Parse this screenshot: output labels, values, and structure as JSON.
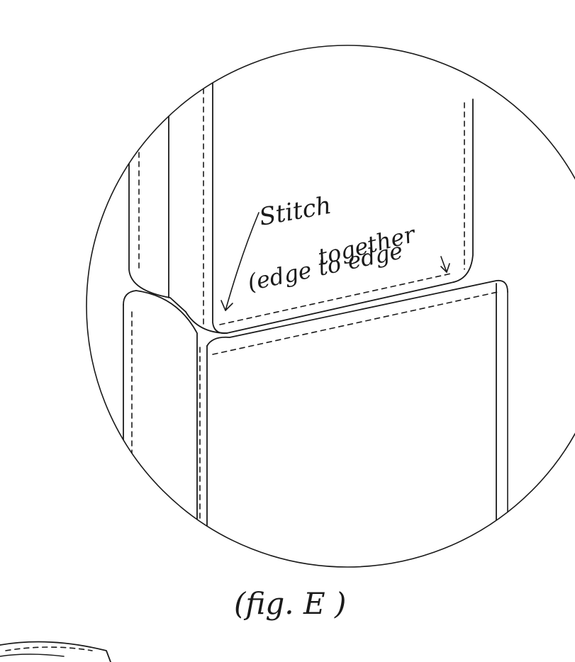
{
  "annotation": {
    "line1": "Stitch",
    "line2": "together",
    "line3": "(edge to edge"
  },
  "caption": "(fig. E )",
  "colors": {
    "ink": "#1a1a1a",
    "paper": "#ffffff"
  }
}
